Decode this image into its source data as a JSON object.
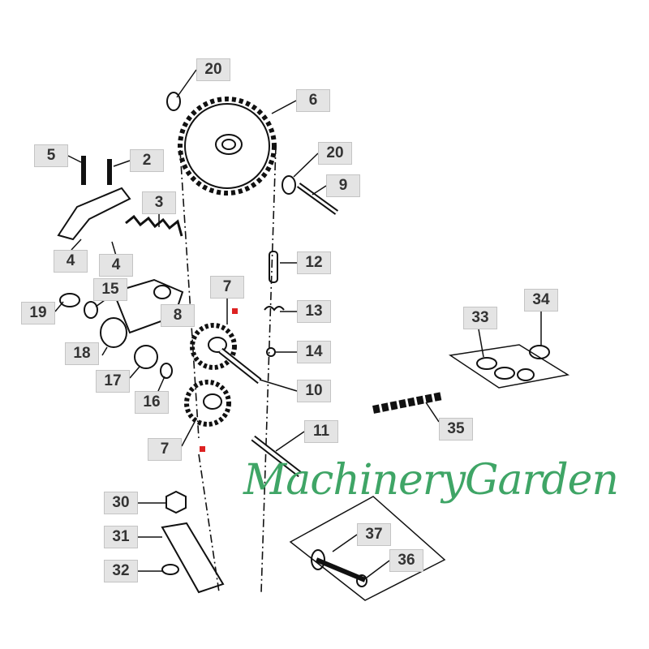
{
  "watermark": "MachineryGarden",
  "part_labels": {
    "p20a": "20",
    "p6": "6",
    "p5": "5",
    "p2": "2",
    "p20b": "20",
    "p9": "9",
    "p3": "3",
    "p4a": "4",
    "p4b": "4",
    "p12": "12",
    "p15": "15",
    "p7a": "7",
    "p19": "19",
    "p8": "8",
    "p13": "13",
    "p34": "34",
    "p33": "33",
    "p18": "18",
    "p14": "14",
    "p17": "17",
    "p16": "16",
    "p10": "10",
    "p35": "35",
    "p11": "11",
    "p7b": "7",
    "p30": "30",
    "p31": "31",
    "p37": "37",
    "p36": "36",
    "p32": "32"
  },
  "colors": {
    "label_bg": "#e4e4e4",
    "line": "#111111",
    "watermark": "#3fa566"
  }
}
